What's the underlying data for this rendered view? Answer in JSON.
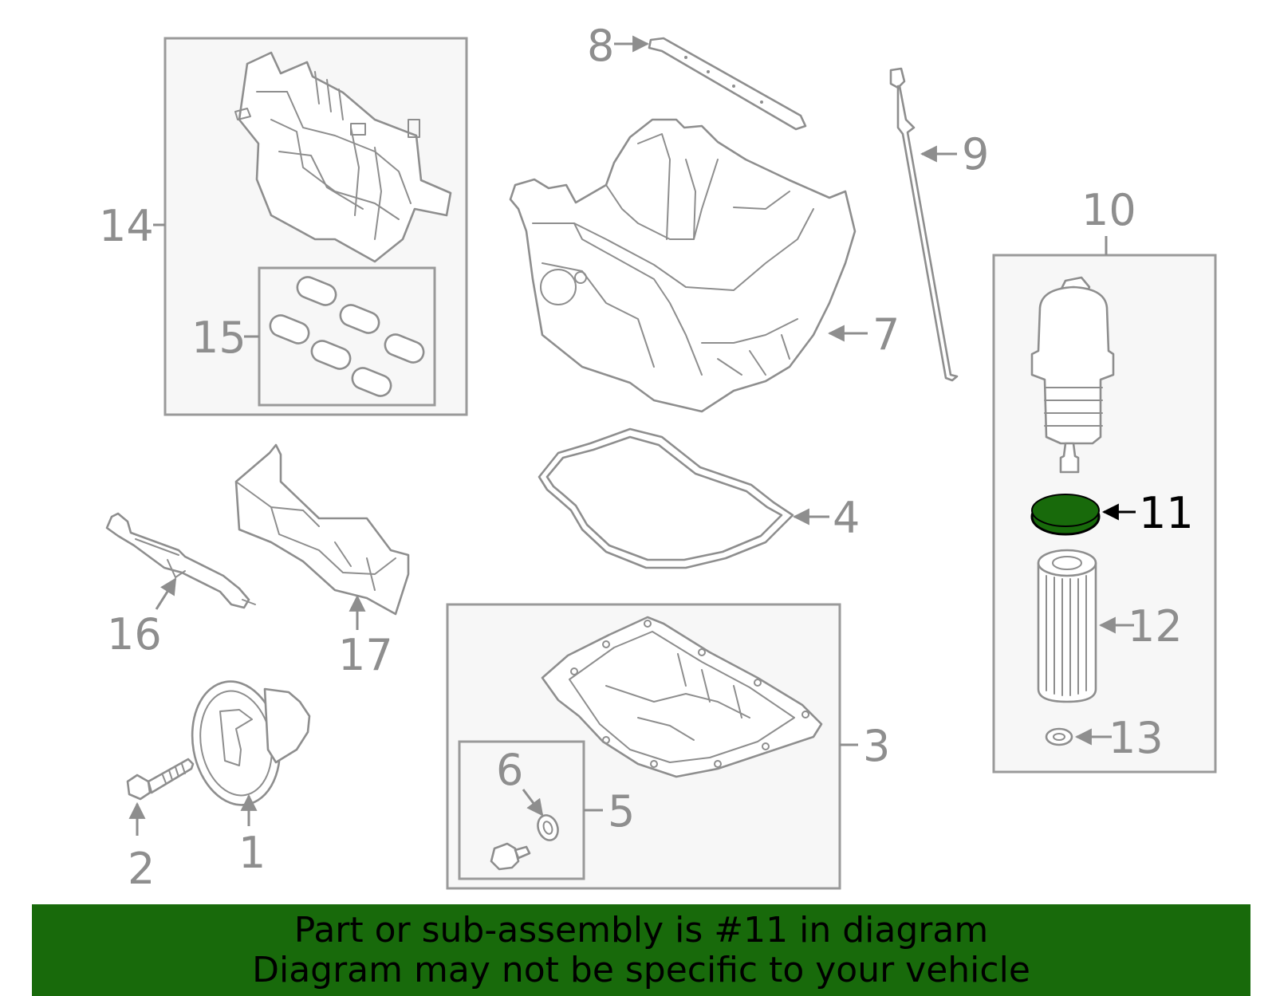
{
  "colors": {
    "line_gray": "#8e8e8e",
    "highlight_fill": "#186a0b",
    "banner_bg": "#186a0b",
    "box_fill": "#f7f7f7"
  },
  "highlighted_part": "11",
  "callouts": {
    "c1": "1",
    "c2": "2",
    "c3": "3",
    "c4": "4",
    "c5": "5",
    "c6": "6",
    "c7": "7",
    "c8": "8",
    "c9": "9",
    "c10": "10",
    "c11": "11",
    "c12": "12",
    "c13": "13",
    "c14": "14",
    "c15": "15",
    "c16": "16",
    "c17": "17"
  },
  "banner": {
    "line1": "Part or sub-assembly is #11 in diagram",
    "line2": "Diagram may not be specific to your vehicle"
  }
}
